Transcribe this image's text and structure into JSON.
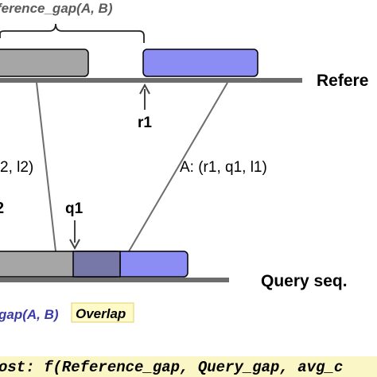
{
  "labels": {
    "reference_gap_top": "ference_gap(A, B)",
    "reference_seq": "Refere",
    "r1": "r1",
    "a_tuple": "A: (r1, q1, l1)",
    "b_tuple_partial": "2, l2)",
    "partial_2": "2",
    "q1": "q1",
    "query_seq": "Query seq.",
    "query_gap_bottom": "gap(A, B)",
    "overlap": "Overlap",
    "formula": "ost: f(Reference_gap, Query_gap, avg_c"
  },
  "colors": {
    "gray_block": "#a6a6a6",
    "blue_block": "#8c8cf5",
    "overlap_block": "#7777a8",
    "line": "#6d6d6d",
    "text": "#000000",
    "italic_label": "#5a5a5a",
    "query_gap_label": "#3a3aa8",
    "overlap_highlight": "#fffbc9",
    "formula_highlight": "#fbf6c6"
  }
}
